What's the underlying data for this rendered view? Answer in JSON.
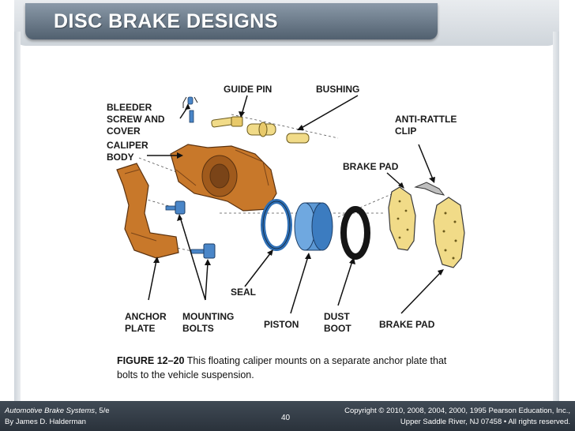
{
  "slide": {
    "title": "DISC BRAKE DESIGNS"
  },
  "diagram": {
    "labels": {
      "bleeder_1": "BLEEDER",
      "bleeder_2": "SCREW AND",
      "bleeder_3": "COVER",
      "caliper_1": "CALIPER",
      "caliper_2": "BODY",
      "guide_pin": "GUIDE PIN",
      "bushing": "BUSHING",
      "anti_rattle_1": "ANTI-RATTLE",
      "anti_rattle_2": "CLIP",
      "brake_pad_top": "BRAKE PAD",
      "seal": "SEAL",
      "anchor_1": "ANCHOR",
      "anchor_2": "PLATE",
      "mounting_1": "MOUNTING",
      "mounting_2": "BOLTS",
      "piston": "PISTON",
      "dust_1": "DUST",
      "dust_2": "BOOT",
      "brake_pad_bottom": "BRAKE PAD"
    }
  },
  "caption": {
    "figure": "FIGURE 12–20",
    "text": " This floating caliper mounts on a separate anchor plate that bolts to the vehicle suspension."
  },
  "footer": {
    "book_title": "Automotive Brake Systems",
    "edition": ", 5/e",
    "author": "By James D. Halderman",
    "page": "40",
    "copyright_1": "Copyright © 2010, 2008, 2004, 2000, 1995 Pearson Education, Inc.,",
    "copyright_2": "Upper Saddle River, NJ 07458 • All rights reserved."
  },
  "colors": {
    "caliper": "#c8782a",
    "bolt": "#4a86c8",
    "pad": "#f1db88",
    "title_bar": "#5e6d7c",
    "footer": "#333b44"
  }
}
